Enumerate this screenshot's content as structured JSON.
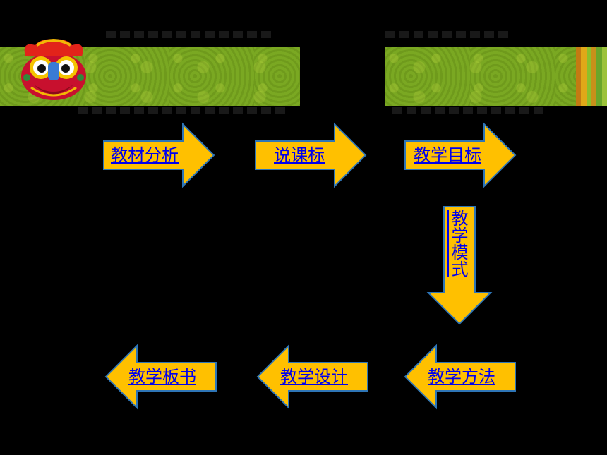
{
  "colors": {
    "background": "#000000",
    "banner_green": "#74a320",
    "arrow_fill": "#ffc000",
    "arrow_stroke": "#2e75b6",
    "link": "#0000ee"
  },
  "decor": {
    "mascot": "lion-dance-head-icon"
  },
  "flow": {
    "row1": [
      "教材分析",
      "说课标",
      "教学目标"
    ],
    "down": "教学模式",
    "row2": [
      "教学方法",
      "教学设计",
      "教学板书"
    ]
  }
}
